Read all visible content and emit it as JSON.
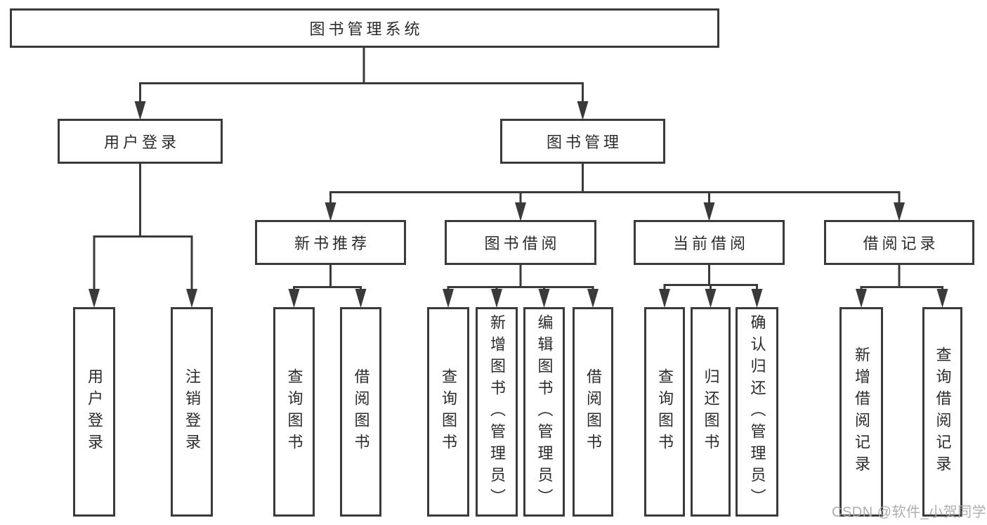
{
  "diagram": {
    "title": "图书管理系统",
    "nodes": {
      "root": "图书管理系统",
      "user_login": "用户登录",
      "book_mgmt": "图书管理",
      "new_book_rec": "新书推荐",
      "book_borrow": "图书借阅",
      "current_borrow": "当前借阅",
      "borrow_record": "借阅记录",
      "ul_user_login": "用户登录",
      "ul_logout": "注销登录",
      "nb_query_book": "查询图书",
      "nb_borrow_book": "借阅图书",
      "bb_query_book": "查询图书",
      "bb_add_book": "新增图书（管理员）",
      "bb_edit_book": "编辑图书（管理员）",
      "bb_borrow_book": "借阅图书",
      "cb_query_book": "查询图书",
      "cb_return_book": "归还图书",
      "cb_confirm_return": "确认归还（管理员）",
      "br_add_record": "新增借阅记录",
      "br_query_record": "查询借阅记录"
    },
    "hierarchy": {
      "图书管理系统": {
        "用户登录": [
          "用户登录",
          "注销登录"
        ],
        "图书管理": {
          "新书推荐": [
            "查询图书",
            "借阅图书"
          ],
          "图书借阅": [
            "查询图书",
            "新增图书（管理员）",
            "编辑图书（管理员）",
            "借阅图书"
          ],
          "当前借阅": [
            "查询图书",
            "归还图书",
            "确认归还（管理员）"
          ],
          "借阅记录": [
            "新增借阅记录",
            "查询借阅记录"
          ]
        }
      }
    }
  },
  "watermark": "CSDN @软件_小贺同学",
  "colors": {
    "line": "#3a3a3a",
    "text": "#2b2b2b",
    "watermark": "#aba9a9",
    "background": "#ffffff"
  }
}
